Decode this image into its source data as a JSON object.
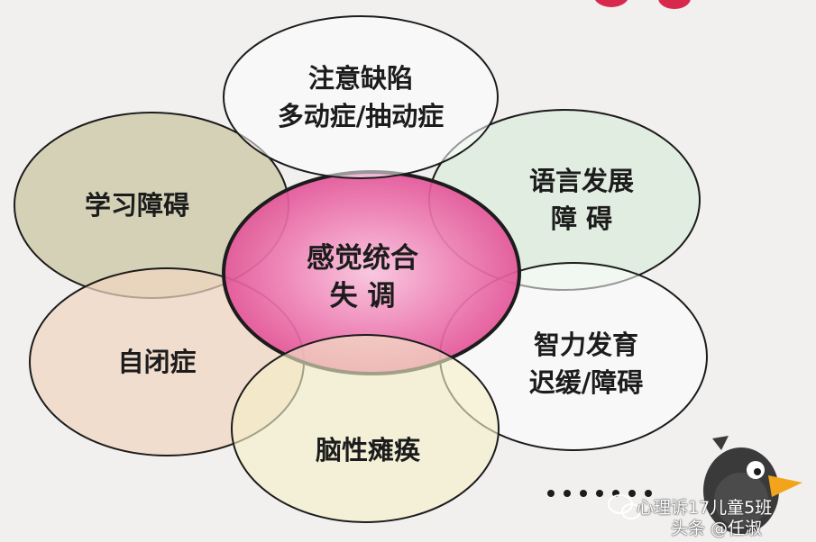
{
  "diagram": {
    "center": "感觉统合\n失 调",
    "nodes": {
      "top": "注意缺陷\n多动症/抽动症",
      "upper_left": "学习障碍",
      "upper_right": "语言发展\n障 碍",
      "lower_left": "自闭症",
      "lower_right": "智力发育\n迟缓/障碍",
      "bottom": "脑性瘫痪"
    }
  },
  "watermark": {
    "line1": "心理诉17儿童5班",
    "line2": "头条 @任淑"
  },
  "colors": {
    "background": "#f1f0ef",
    "center_fill": "#e8559a",
    "upper_left_fill": "#c9c5a0",
    "upper_right_fill": "#d6ecd6",
    "lower_left_fill": "#f1d6c0",
    "bottom_fill": "#f4f1c8",
    "outline": "#1c1c1c"
  },
  "icons": [
    "ellipsis-dots",
    "wechat-icon",
    "crow-mascot"
  ]
}
